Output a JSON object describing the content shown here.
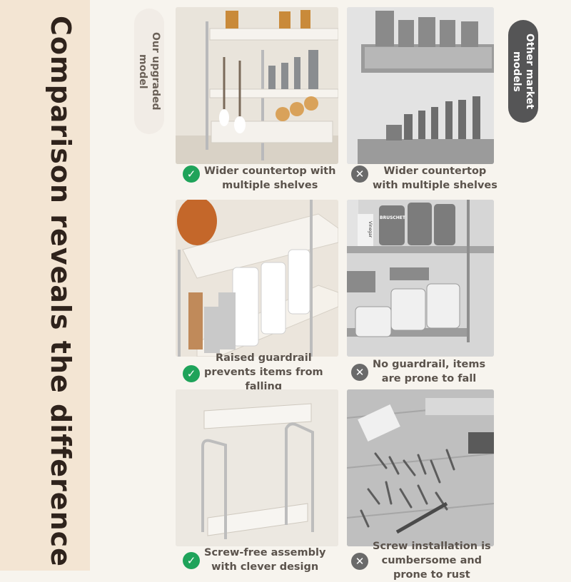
{
  "headline": "Comparison reveals the difference",
  "labels": {
    "ours": "Our upgraded\nmodel",
    "others": "Other market\nmodels"
  },
  "rows": [
    {
      "ours_caption": "Wider countertop with\nmultiple shelves",
      "others_caption": "Wider countertop\nwith multiple shelves"
    },
    {
      "ours_caption": "Raised guardrail\nprevents items from\nfalling",
      "others_caption": "No guardrail, items\nare prone to fall"
    },
    {
      "ours_caption": "Screw-free assembly\nwith clever design",
      "others_caption": "Screw installation is\ncumbersome and\nprone to rust"
    }
  ],
  "photo_texts": {
    "jar_label": "BRUSCHET",
    "bottle_label": "Vinegar"
  },
  "icons": {
    "positive": "check-icon",
    "negative": "cross-icon"
  },
  "colors": {
    "positive": "#1fa35a",
    "negative": "#6a6a6a",
    "background": "#f3e5d3"
  }
}
